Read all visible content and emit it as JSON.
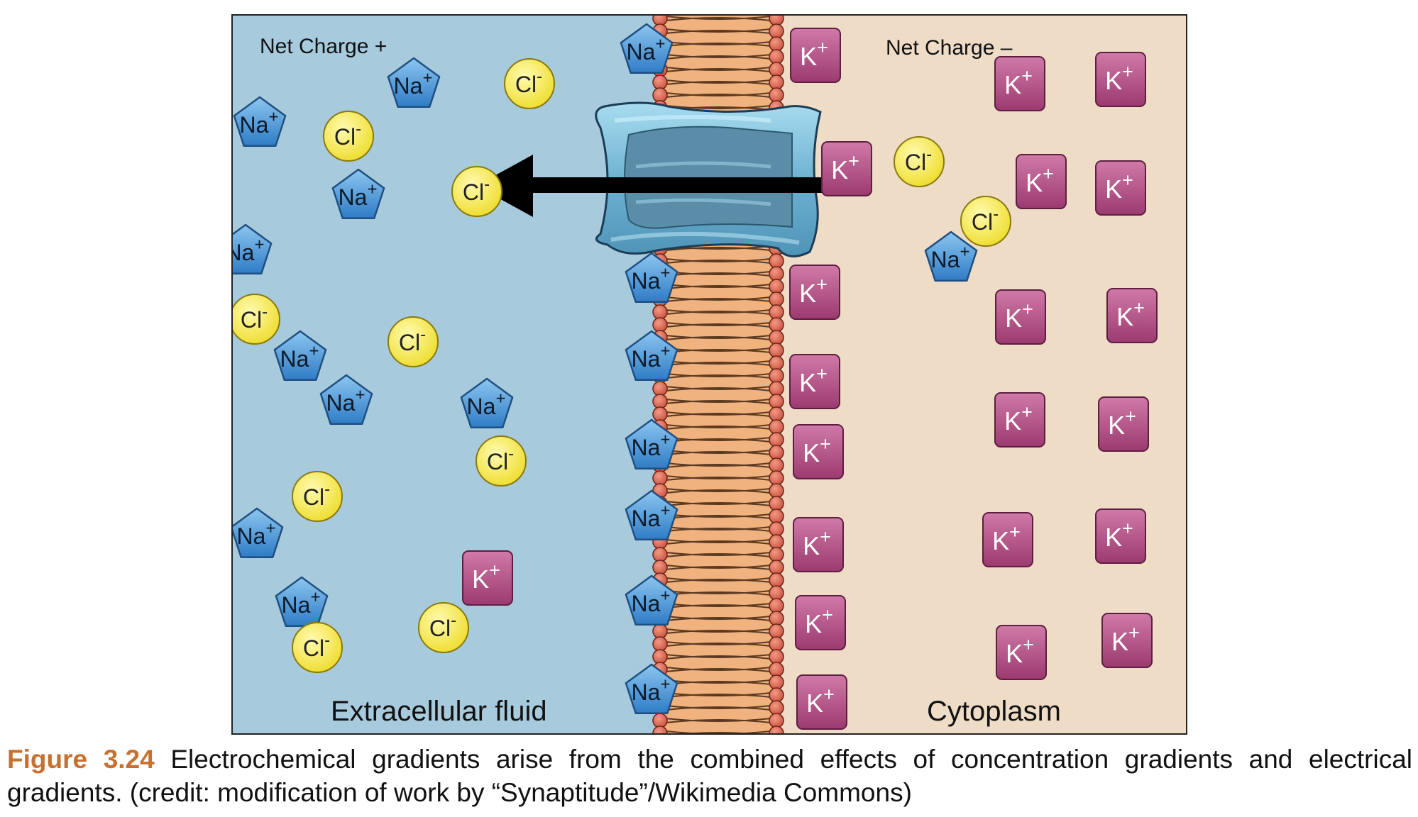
{
  "figure": {
    "left_label": "Net Charge +",
    "right_label": "Net Charge –",
    "left_region": "Extracellular fluid",
    "right_region": "Cytoplasm",
    "ion_na": {
      "symbol": "Na",
      "charge": "+"
    },
    "ion_cl": {
      "symbol": "Cl",
      "charge": "-"
    },
    "ion_k": {
      "symbol": "K",
      "charge": "+"
    },
    "colors": {
      "extracellular": "#a8cadd",
      "cytoplasm": "#efdcc6",
      "sodium": "#3f8fd4",
      "chloride": "#f0e13a",
      "potassium": "#b0487f",
      "membrane_head": "#dd6a55",
      "channel": "#7bb9d6",
      "arrow": "#000000"
    },
    "icons": [
      "sodium-ion-icon",
      "chloride-ion-icon",
      "potassium-ion-icon",
      "lipid-bilayer",
      "ion-channel",
      "left-arrow-icon"
    ]
  },
  "caption": {
    "label": "Figure 3.24",
    "text": " Electrochemical gradients arise from the combined effects of concentration gradients and electrical gradients. (credit: modification of work by “Synaptitude”/Wikimedia Commons)"
  }
}
